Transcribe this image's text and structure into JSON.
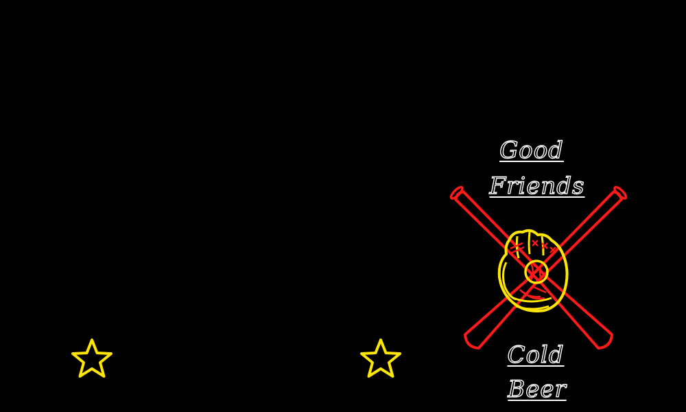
{
  "sign": {
    "line1": "Good",
    "line2": "Friends",
    "line3": "Cold",
    "line4": "Beer"
  },
  "colors": {
    "background": "#000000",
    "bat": "#ff1a1a",
    "glove": "#ffe600",
    "star": "#ffe600",
    "text": "#ffffff"
  },
  "icons": {
    "left_star": "star-icon",
    "right_star": "star-icon",
    "bats": "crossed-bats-icon",
    "glove": "baseball-glove-icon",
    "ball": "baseball-icon"
  }
}
